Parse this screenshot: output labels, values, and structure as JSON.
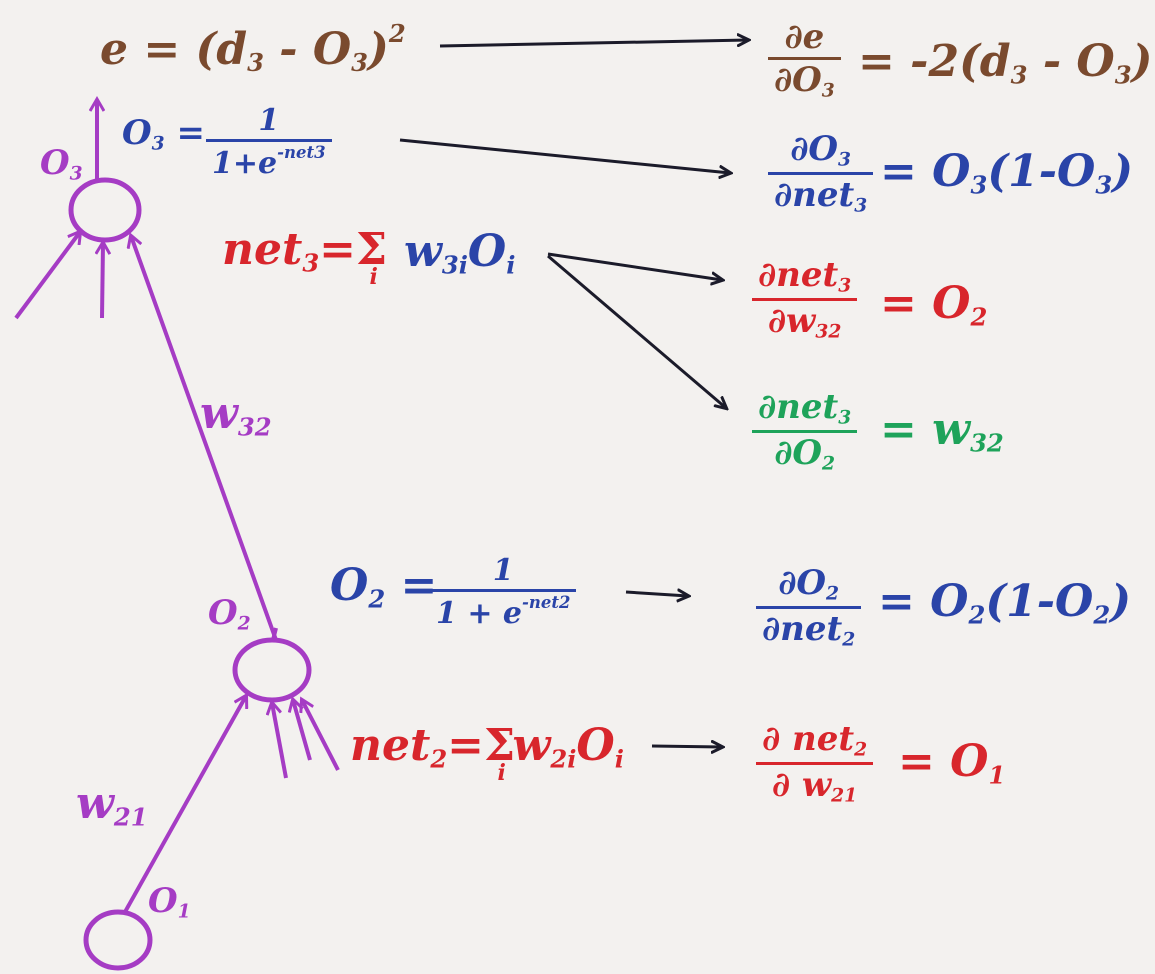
{
  "colors": {
    "paper": "#f3f1ef",
    "brown": "#7a4a2e",
    "blue": "#2a44a8",
    "red": "#d8262c",
    "green": "#1ea35a",
    "purple": "#a53cc4",
    "ink": "#1b1b2a"
  },
  "labels": {
    "o3": "O",
    "o3_sub": "3",
    "o2": "O",
    "o2_sub": "2",
    "o1": "O",
    "o1_sub": "1",
    "w32": "w",
    "w32_sub": "32",
    "w21": "w",
    "w21_sub": "21"
  },
  "equations": {
    "error": {
      "lhs": "e = (d",
      "d_sub": "3",
      "mid": " - O",
      "o_sub": "3",
      "close": ")",
      "power": "2"
    },
    "de_do3": {
      "num": "∂e",
      "den": "∂O",
      "den_sub": "3",
      "rhs": "= -2(d",
      "rhs_d_sub": "3",
      "rhs_mid": " - O",
      "rhs_o_sub": "3",
      "rhs_close": ")"
    },
    "o3_def": {
      "lhs": "O",
      "lhs_sub": "3",
      "eq": " =",
      "num": "1",
      "den": "1+e",
      "den_sup": "-net",
      "den_sup_sub": "3"
    },
    "do3_dnet3": {
      "num": "∂O",
      "num_sub": "3",
      "den": "∂net",
      "den_sub": "3",
      "rhs": "= O",
      "rhs_sub": "3",
      "rhs_mid": "(1-O",
      "rhs_sub2": "3",
      "rhs_close": ")"
    },
    "net3_def": {
      "lhs": "net",
      "lhs_sub": "3",
      "eq": "=",
      "sigma": "Σ",
      "sigma_lim": "i",
      "rhs": "w",
      "rhs_sub": "3i",
      "rhs_tail": "O",
      "rhs_tail_sub": "i"
    },
    "dnet3_dw32": {
      "num": "∂net",
      "num_sub": "3",
      "den": "∂w",
      "den_sub": "32",
      "rhs": "= O",
      "rhs_sub": "2"
    },
    "dnet3_do2": {
      "num": "∂net",
      "num_sub": "3",
      "den": "∂O",
      "den_sub": "2",
      "rhs": "= w",
      "rhs_sub": "32"
    },
    "o2_def": {
      "lhs": "O",
      "lhs_sub": "2",
      "eq": " =",
      "num": "1",
      "den": "1 + e",
      "den_sup": "-net",
      "den_sup_sub": "2"
    },
    "do2_dnet2": {
      "num": "∂O",
      "num_sub": "2",
      "den": "∂net",
      "den_sub": "2",
      "rhs": "= O",
      "rhs_sub": "2",
      "rhs_mid": "(1-O",
      "rhs_sub2": "2",
      "rhs_close": ")"
    },
    "net2_def": {
      "lhs": "net",
      "lhs_sub": "2",
      "eq": "=",
      "sigma": "Σ",
      "sigma_lim": "i",
      "rhs": "w",
      "rhs_sub": "2i",
      "rhs_tail": "O",
      "rhs_tail_sub": "i"
    },
    "dnet2_dw21": {
      "num": "∂ net",
      "num_sub": "2",
      "den": "∂ w",
      "den_sub": "21",
      "rhs": "= O",
      "rhs_sub": "1"
    }
  }
}
